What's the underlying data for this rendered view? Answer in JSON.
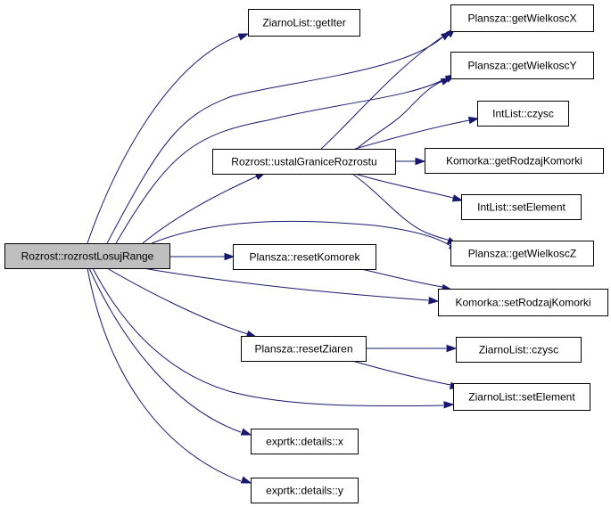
{
  "colors": {
    "edge": "#191970",
    "node_fill": "#ffffff",
    "root_fill": "#bfbfbf",
    "border": "#000000"
  },
  "nodes": [
    {
      "id": "root",
      "label": "Rozrost::rozrostLosujRange",
      "root": true
    },
    {
      "id": "getIter",
      "label": "ZiarnoList::getIter"
    },
    {
      "id": "ustal",
      "label": "Rozrost::ustalGraniceRozrostu"
    },
    {
      "id": "resetKom",
      "label": "Plansza::resetKomorek"
    },
    {
      "id": "resetZia",
      "label": "Plansza::resetZiaren"
    },
    {
      "id": "detX",
      "label": "exprtk::details::x"
    },
    {
      "id": "detY",
      "label": "exprtk::details::y"
    },
    {
      "id": "wX",
      "label": "Plansza::getWielkoscX"
    },
    {
      "id": "wY",
      "label": "Plansza::getWielkoscY"
    },
    {
      "id": "intCzysc",
      "label": "IntList::czysc"
    },
    {
      "id": "getRodzaj",
      "label": "Komorka::getRodzajKomorki"
    },
    {
      "id": "intSet",
      "label": "IntList::setElement"
    },
    {
      "id": "wZ",
      "label": "Plansza::getWielkoscZ"
    },
    {
      "id": "setRodzaj",
      "label": "Komorka::setRodzajKomorki"
    },
    {
      "id": "ziaCzysc",
      "label": "ZiarnoList::czysc"
    },
    {
      "id": "ziaSet",
      "label": "ZiarnoList::setElement"
    }
  ],
  "edges": [
    {
      "from": "root",
      "to": "getIter"
    },
    {
      "from": "root",
      "to": "wX"
    },
    {
      "from": "root",
      "to": "wY"
    },
    {
      "from": "root",
      "to": "ustal"
    },
    {
      "from": "root",
      "to": "wZ"
    },
    {
      "from": "root",
      "to": "resetKom"
    },
    {
      "from": "root",
      "to": "setRodzaj"
    },
    {
      "from": "root",
      "to": "resetZia"
    },
    {
      "from": "root",
      "to": "ziaSet"
    },
    {
      "from": "root",
      "to": "detX"
    },
    {
      "from": "root",
      "to": "detY"
    },
    {
      "from": "ustal",
      "to": "wX"
    },
    {
      "from": "ustal",
      "to": "wY"
    },
    {
      "from": "ustal",
      "to": "intCzysc"
    },
    {
      "from": "ustal",
      "to": "getRodzaj"
    },
    {
      "from": "ustal",
      "to": "intSet"
    },
    {
      "from": "ustal",
      "to": "wZ"
    },
    {
      "from": "resetKom",
      "to": "setRodzaj"
    },
    {
      "from": "resetZia",
      "to": "ziaCzysc"
    },
    {
      "from": "resetZia",
      "to": "ziaSet"
    }
  ]
}
